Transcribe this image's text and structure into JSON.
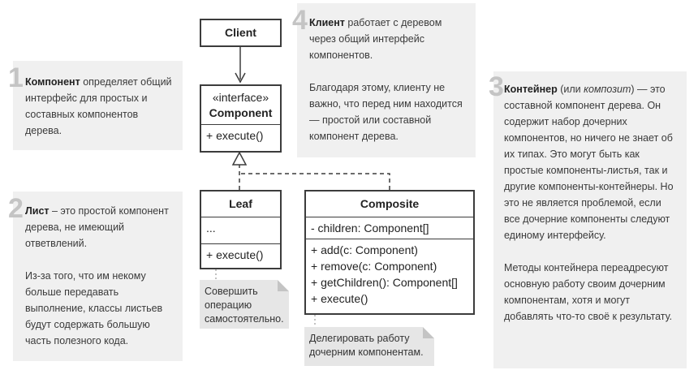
{
  "notes": {
    "n1": {
      "number": "1",
      "bold": "Компонент",
      "text": " определяет общий интерфейс для простых и составных компонентов дерева."
    },
    "n2": {
      "number": "2",
      "bold": "Лист",
      "text": " – это простой компонент дерева, не имеющий ответвлений.",
      "para2": "Из-за того, что им некому больше передавать выполнение, классы листьев будут содержать большую часть полезного кода."
    },
    "n3": {
      "number": "3",
      "bold": "Контейнер",
      "text_a": " (или ",
      "italic": "композит",
      "text_b": ") — это составной компонент дерева. Он содержит набор дочерних компонентов, но ничего не знает об их типах. Это могут быть как простые компоненты-листья, так и другие компоненты-контейнеры. Но это не является проблемой, если все дочерние компоненты следуют единому интерфейсу.",
      "para2": "Методы контейнера переадресуют основную работу своим дочерним компонентам, хотя и могут добавлять что-то своё к результату."
    },
    "n4": {
      "number": "4",
      "bold": "Клиент",
      "text": " работает с деревом через общий интерфейс компонентов.",
      "para2": "Благодаря этому, клиенту не важно, что перед ним находится — простой или составной компонент дерева."
    }
  },
  "uml": {
    "client": {
      "title": "Client"
    },
    "component": {
      "stereotype": "«interface»",
      "title": "Component",
      "method": "+ execute()"
    },
    "leaf": {
      "title": "Leaf",
      "fields": "...",
      "method": "+ execute()"
    },
    "composite": {
      "title": "Composite",
      "field": "- children: Component[]",
      "methods": [
        "+ add(c: Component)",
        "+ remove(c: Component)",
        "+ getChildren(): Component[]",
        "+ execute()"
      ]
    }
  },
  "memos": {
    "leaf_memo": "Совершить операцию самостоятельно.",
    "composite_memo": "Делегировать работу дочерним компонентам."
  },
  "colors": {
    "note_bg": "#f0f0f0",
    "number": "#c4c4c4",
    "border": "#3c3c3c",
    "memo_bg": "#e6e6e6"
  }
}
